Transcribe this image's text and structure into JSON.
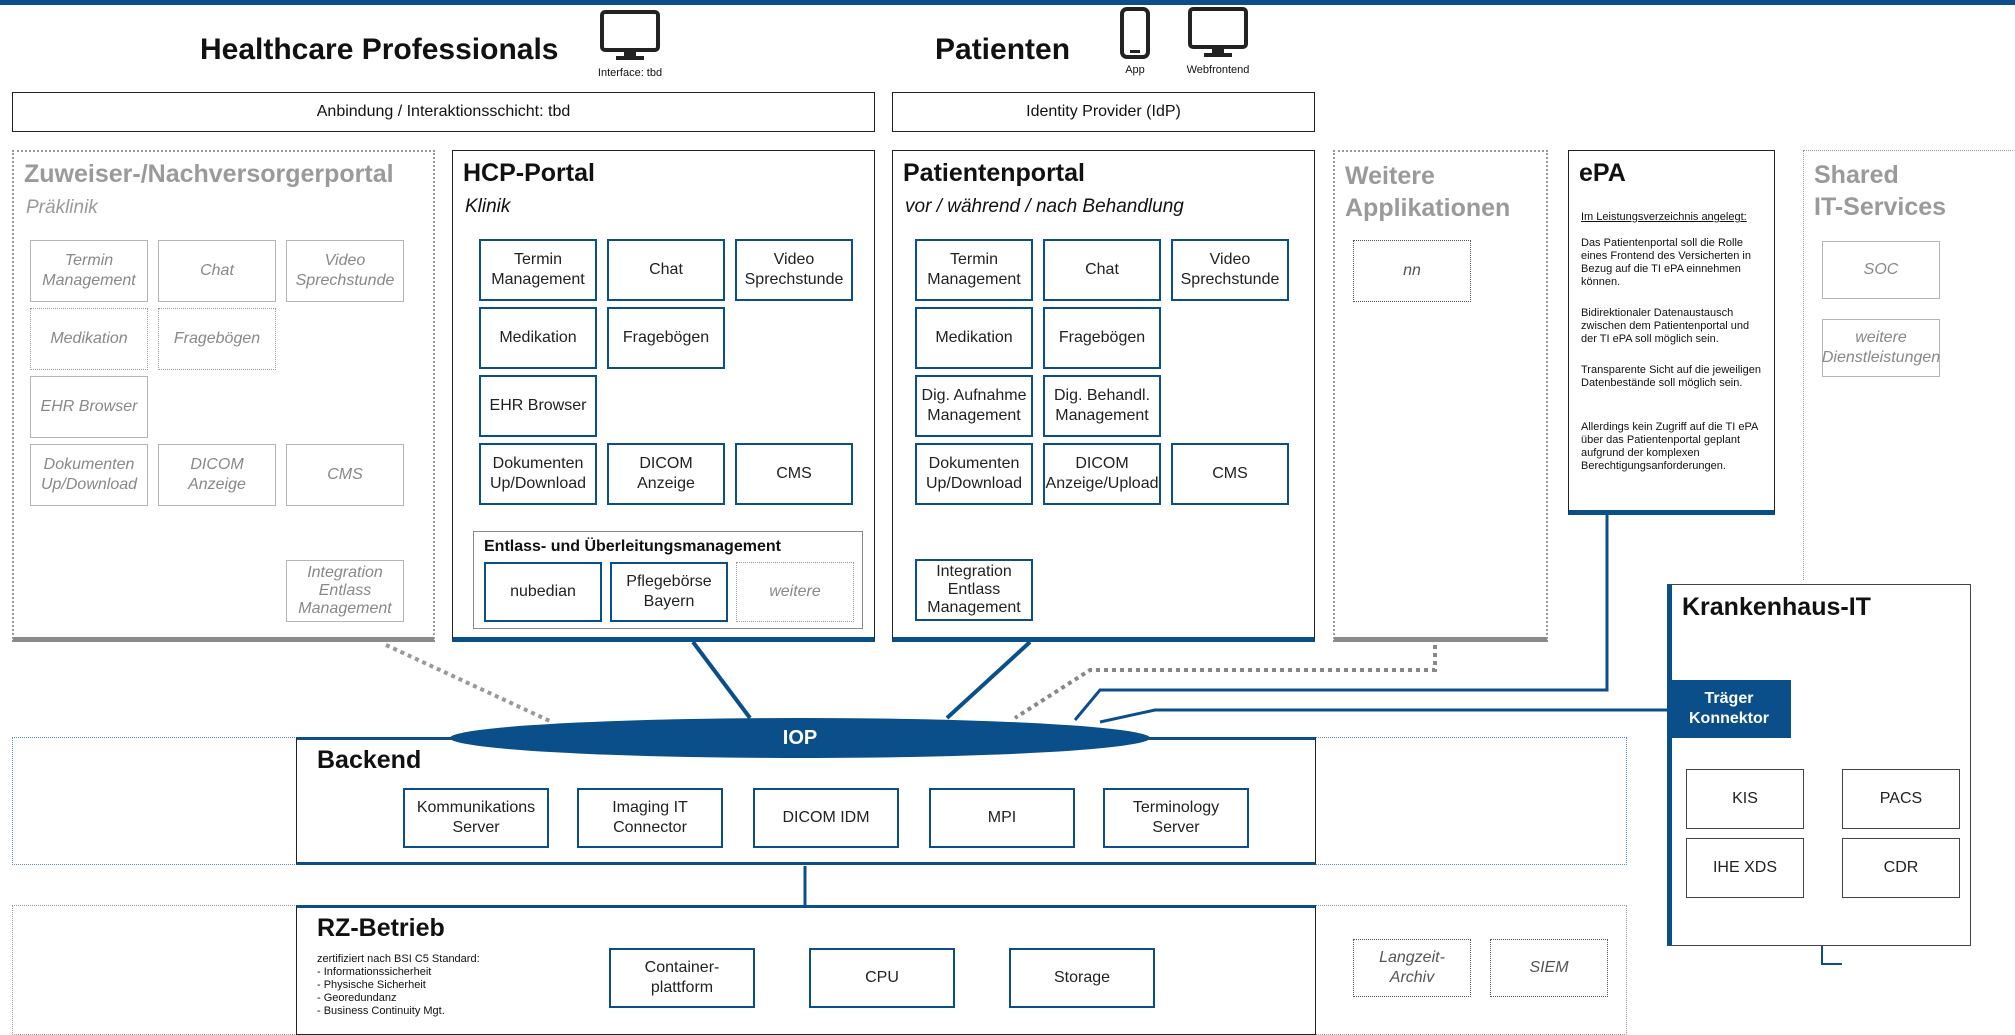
{
  "colors": {
    "accent": "#0b4f8a",
    "gray": "#9a9a9a"
  },
  "header": {
    "hcp_title": "Healthcare Professionals",
    "hcp_icon_caption": "Interface: tbd",
    "pat_title": "Patienten",
    "pat_app_caption": "App",
    "pat_web_caption": "Webfrontend",
    "hcp_bar": "Anbindung / Interaktionsschicht: tbd",
    "pat_bar": "Identity Provider (IdP)"
  },
  "zuweiser": {
    "title": "Zuweiser-/Nachversorgerportal",
    "subtitle": "Präklinik",
    "items": [
      "Termin\nManagement",
      "Chat",
      "Video\nSprechstunde",
      "Medikation",
      "Fragebögen",
      "EHR Browser",
      "Dokumenten\nUp/Download",
      "DICOM\nAnzeige",
      "CMS",
      "Integration\nEntlass\nManagement"
    ]
  },
  "hcp_portal": {
    "title": "HCP-Portal",
    "subtitle": "Klinik",
    "items": [
      "Termin\nManagement",
      "Chat",
      "Video\nSprechstunde",
      "Medikation",
      "Fragebögen",
      "EHR Browser",
      "Dokumenten\nUp/Download",
      "DICOM\nAnzeige",
      "CMS"
    ],
    "entlass_title": "Entlass- und Überleitungsmanagement",
    "entlass_items": [
      "nubedian",
      "Pflegebörse\nBayern",
      "weitere"
    ]
  },
  "patientenportal": {
    "title": "Patientenportal",
    "subtitle": "vor / während / nach Behandlung",
    "items": [
      "Termin\nManagement",
      "Chat",
      "Video\nSprechstunde",
      "Medikation",
      "Fragebögen",
      "Dig. Aufnahme\nManagement",
      "Dig. Behandl.\nManagement",
      "Dokumenten\nUp/Download",
      "DICOM\nAnzeige/Upload",
      "CMS",
      "Integration\nEntlass\nManagement"
    ]
  },
  "weitere": {
    "title": "Weitere\nApplikationen",
    "item": "nn"
  },
  "epa": {
    "title": "ePA",
    "heading": "Im Leistungsverzeichnis angelegt:",
    "paragraphs": [
      "Das Patientenportal soll die Rolle eines Frontend des Versicherten in Bezug auf die TI ePA einnehmen können.",
      "Bidirektionaler Datenaustausch zwischen dem Patientenportal und der TI ePA soll möglich sein.",
      "Transparente Sicht auf die jeweiligen Datenbestände soll möglich sein.",
      "Allerdings kein Zugriff auf die TI ePA über das Patientenportal geplant aufgrund der komplexen Berechtigungsanforderungen."
    ]
  },
  "shared": {
    "title": "Shared\nIT-Services",
    "items": [
      "SOC",
      "weitere\nDienstleistungen"
    ]
  },
  "krankenhaus": {
    "title": "Krankenhaus-IT",
    "konnektor": "Träger\nKonnektor",
    "items": [
      "KIS",
      "PACS",
      "IHE XDS",
      "CDR"
    ]
  },
  "iop": {
    "label": "IOP"
  },
  "backend": {
    "title": "Backend",
    "items": [
      "Kommunikations\nServer",
      "Imaging IT\nConnector",
      "DICOM IDM",
      "MPI",
      "Terminology\nServer"
    ]
  },
  "rz": {
    "title": "RZ-Betrieb",
    "cert": [
      "zertifiziert nach BSI C5 Standard:",
      "- Informationssicherheit",
      "- Physische Sicherheit",
      "- Georedundanz",
      "- Business Continuity Mgt."
    ],
    "items": [
      "Container-\nplattform",
      "CPU",
      "Storage"
    ],
    "extra": [
      "Langzeit-\nArchiv",
      "SIEM"
    ]
  }
}
